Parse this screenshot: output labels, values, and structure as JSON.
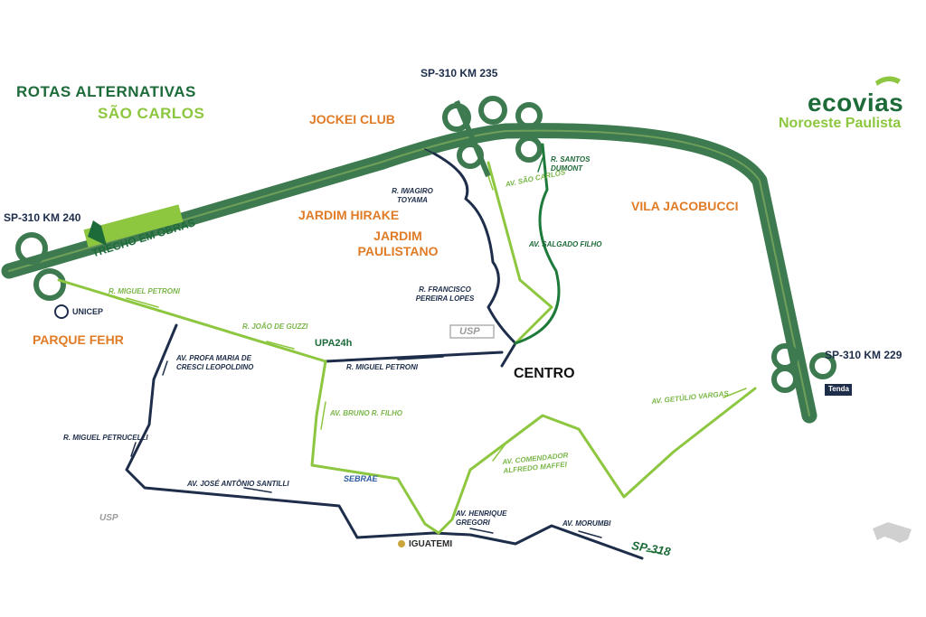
{
  "header": {
    "title": "ROTAS ALTERNATIVAS",
    "subtitle": "SÃO CARLOS"
  },
  "brand": {
    "name": "ecovias",
    "region": "Noroeste Paulista"
  },
  "highways": {
    "km235": "SP-310 KM 235",
    "km240": "SP-310 KM 240",
    "km229": "SP-310 KM 229",
    "sp318": "SP-318"
  },
  "works": {
    "title": "TRECHO EM OBRAS"
  },
  "neighborhoods": {
    "jockei": "JOCKEI CLUB",
    "hirake": "JARDIM HIRAKE",
    "paulistano": "JARDIM PAULISTANO",
    "jacobucci": "VILA JACOBUCCI",
    "fehr": "PARQUE FEHR",
    "centro": "CENTRO"
  },
  "streets": {
    "iwagiro": "R. IWAGIRO TOYAMA",
    "santos_dumont": "R. SANTOS DUMONT",
    "sao_carlos": "AV. SÃO CARLOS",
    "salgado_filho": "AV. SALGADO FILHO",
    "francisco": "R. FRANCISCO PEREIRA LOPES",
    "miguel_petroni_top": "R. MIGUEL PETRONI",
    "joao_de_guzzi": "R. JOÃO DE GUZZI",
    "profa_maria": "AV. PROFA MARIA DE CRESCI LEOPOLDINO",
    "miguel_petroni_mid": "R. MIGUEL PETRONI",
    "bruno": "AV. BRUNO R. FILHO",
    "getulio": "AV. GETÚLIO VARGAS",
    "comendador": "AV. COMENDADOR ALFREDO MAFFEI",
    "petrucelli": "R. MIGUEL PETRUCELLI",
    "santilli": "AV. JOSÉ ANTÔNIO SANTILLI",
    "henrique": "AV. HENRIQUE GREGORI",
    "morumbi": "AV. MORUMBI"
  },
  "landmarks": {
    "unicep": "UNICEP",
    "upa": "UPA24h",
    "usp": "USP",
    "sebrae": "SEBRAE",
    "iguatemi": "IGUATEMI",
    "tenda": "Tenda",
    "campus_usp": "USP"
  },
  "colors": {
    "highway_dark": "#3d7a4f",
    "highway_light": "#8dc63f",
    "route_green": "#8dc63f",
    "route_navy": "#1d2d4a",
    "route_darkgreen": "#1e7a3a",
    "neighborhood": "#e07b26",
    "brand_green": "#1e6b3a"
  }
}
